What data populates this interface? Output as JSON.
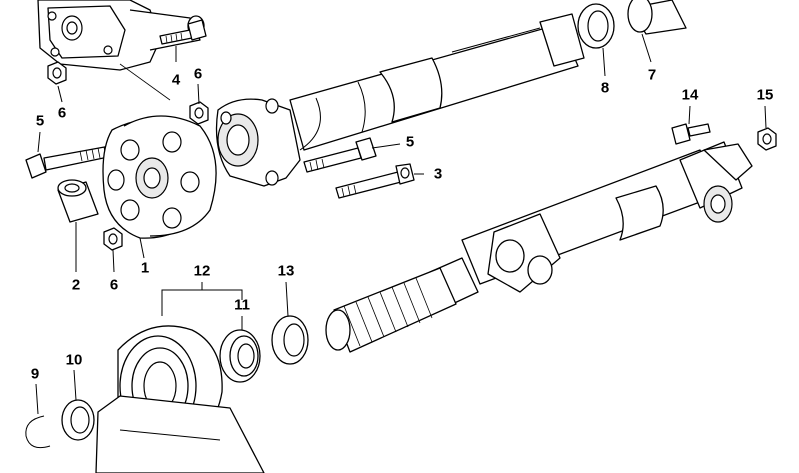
{
  "diagram": {
    "parts": [
      {
        "key": "p1",
        "number": "1"
      },
      {
        "key": "p2",
        "number": "2"
      },
      {
        "key": "p3",
        "number": "3"
      },
      {
        "key": "p4",
        "number": "4"
      },
      {
        "key": "p5a",
        "number": "5"
      },
      {
        "key": "p5b",
        "number": "5"
      },
      {
        "key": "p6a",
        "number": "6"
      },
      {
        "key": "p6b",
        "number": "6"
      },
      {
        "key": "p6c",
        "number": "6"
      },
      {
        "key": "p7",
        "number": "7"
      },
      {
        "key": "p8",
        "number": "8"
      },
      {
        "key": "p9",
        "number": "9"
      },
      {
        "key": "p10",
        "number": "10"
      },
      {
        "key": "p11",
        "number": "11"
      },
      {
        "key": "p12",
        "number": "12"
      },
      {
        "key": "p13",
        "number": "13"
      },
      {
        "key": "p14",
        "number": "14"
      },
      {
        "key": "p15",
        "number": "15"
      }
    ]
  }
}
